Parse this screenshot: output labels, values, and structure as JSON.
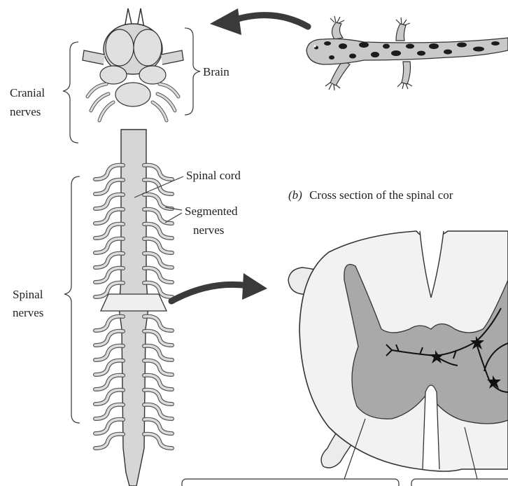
{
  "labels": {
    "cranial_line1": "Cranial",
    "cranial_line2": "nerves",
    "brain": "Brain",
    "spinal_cord": "Spinal cord",
    "segmented_line1": "Segmented",
    "segmented_line2": "nerves",
    "spinal_line1": "Spinal",
    "spinal_line2": "nerves"
  },
  "caption": {
    "letter": "(b)",
    "text": "Cross section of the spinal cor"
  },
  "colors": {
    "tissue": "#d6d6d6",
    "gray_matter": "#a9a9a9",
    "outline": "#333333",
    "arrow": "#3a3a3a",
    "salamander_body": "#c9c9c9",
    "salamander_spots": "#1c1c1c"
  }
}
